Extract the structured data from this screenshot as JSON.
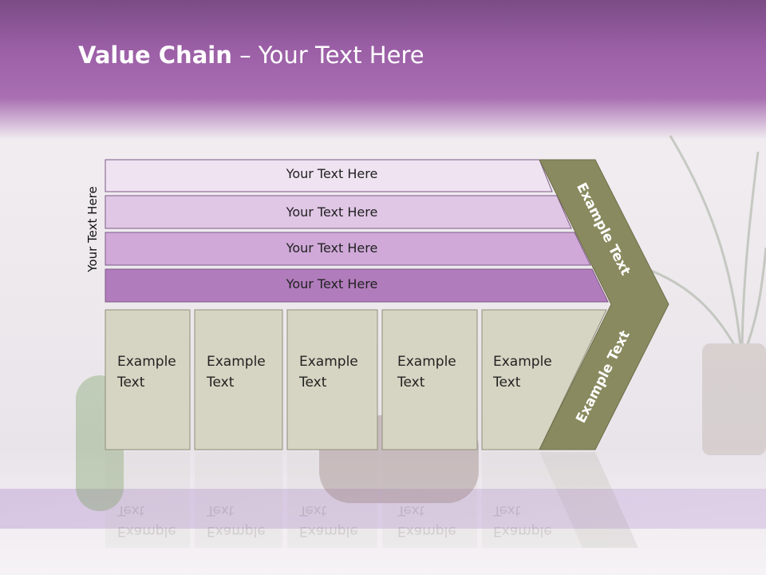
{
  "slide": {
    "title_bold": "Value Chain",
    "title_rest": " – Your Text Here"
  },
  "diagram": {
    "side_label": "Your Text Here",
    "bars": [
      {
        "label": "Your Text Here",
        "color": "#efe3f2"
      },
      {
        "label": "Your Text Here",
        "color": "#e0c7e6"
      },
      {
        "label": "Your Text Here",
        "color": "#d0a9d9"
      },
      {
        "label": "Your Text Here",
        "color": "#b17cbc"
      }
    ],
    "boxes": [
      {
        "label": "Example\nText"
      },
      {
        "label": "Example\nText"
      },
      {
        "label": "Example\nText"
      },
      {
        "label": "Example\nText"
      },
      {
        "label": "Example\nText"
      }
    ],
    "box_color": "#d6d5c3",
    "chevron_color": "#8a8a60",
    "chevron_labels": [
      "Example Text",
      "Example Text"
    ]
  }
}
